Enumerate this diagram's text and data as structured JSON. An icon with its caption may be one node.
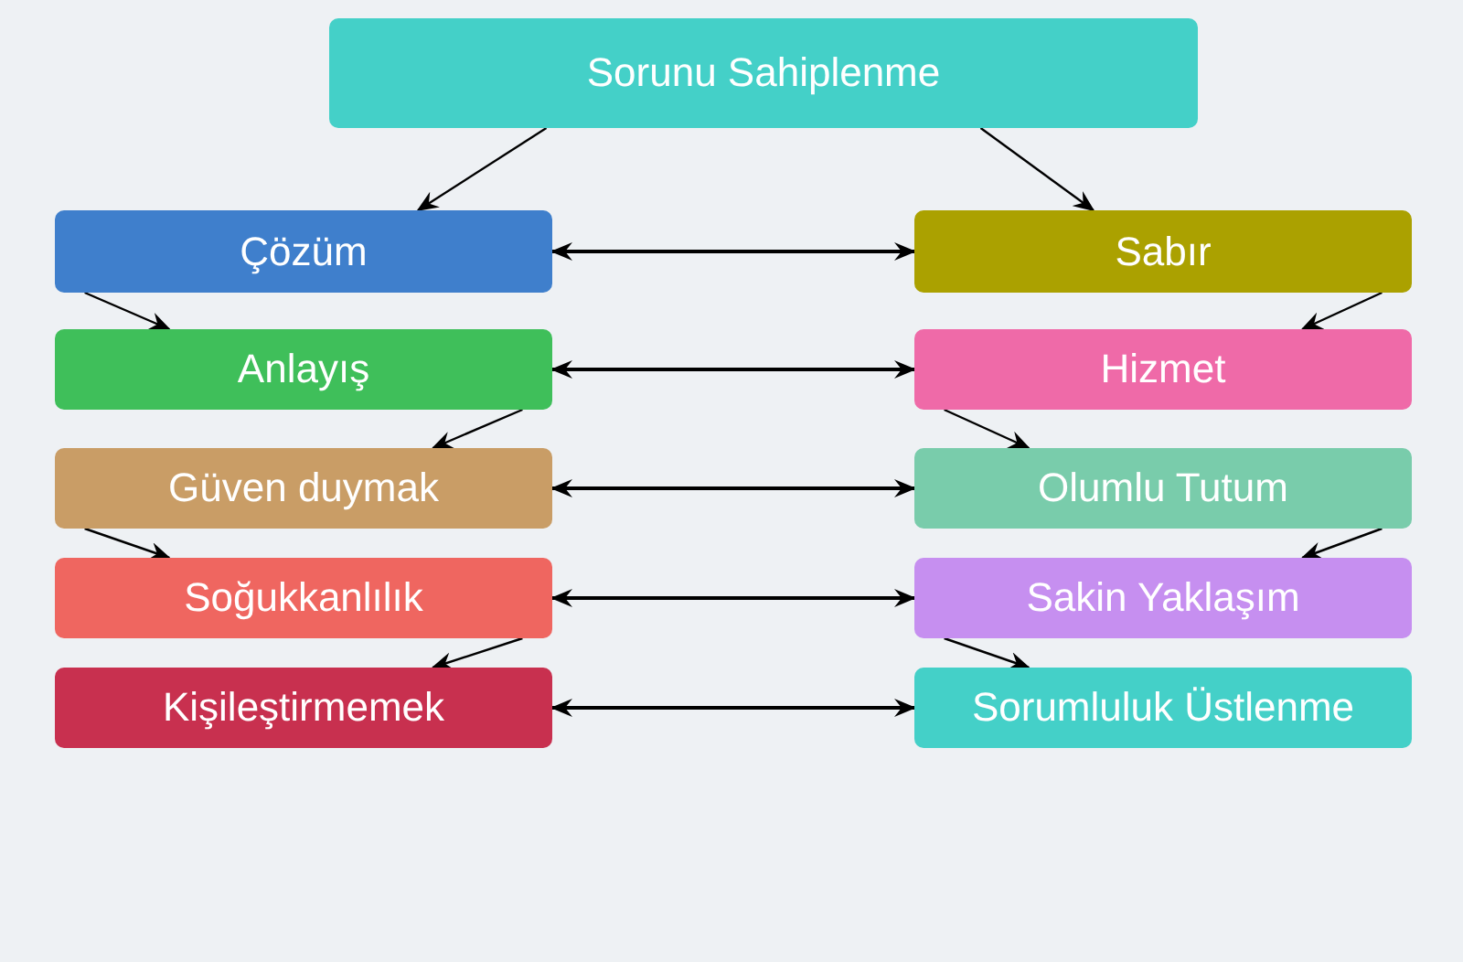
{
  "diagram": {
    "nodes": [
      {
        "text": [
          "Sorunu Sahiplenme"
        ]
      },
      {
        "text": [
          "Çözüm"
        ]
      },
      {
        "text": [
          "Sabır"
        ]
      },
      {
        "text": [
          "Anlayış"
        ]
      },
      {
        "text": [
          "Hizmet"
        ]
      },
      {
        "text": [
          "Güven duymak"
        ]
      },
      {
        "text": [
          "Olumlu Tutum"
        ]
      },
      {
        "text": [
          "Soğukkanlılık"
        ]
      },
      {
        "text": [
          "Sakin Yaklaşım"
        ]
      },
      {
        "text": [
          "Kişileştirmemek"
        ]
      },
      {
        "text": [
          "Sorumluluk Üstlenme"
        ]
      }
    ],
    "edges": [
      {
        "from": 0,
        "to": 1,
        "arrow": "to"
      },
      {
        "from": 0,
        "to": 2,
        "arrow": "to"
      },
      {
        "from": 1,
        "to": 2,
        "arrow": "both"
      },
      {
        "from": 3,
        "to": 4,
        "arrow": "both"
      },
      {
        "from": 5,
        "to": 6,
        "arrow": "both"
      },
      {
        "from": 7,
        "to": 8,
        "arrow": "both"
      },
      {
        "from": 9,
        "to": 10,
        "arrow": "both"
      },
      {
        "from": 1,
        "to": 3,
        "arrow": "to"
      },
      {
        "from": 3,
        "to": 5,
        "arrow": "to"
      },
      {
        "from": 5,
        "to": 7,
        "arrow": "to"
      },
      {
        "from": 7,
        "to": 9,
        "arrow": "to"
      },
      {
        "from": 2,
        "to": 4,
        "arrow": "to"
      },
      {
        "from": 4,
        "to": 6,
        "arrow": "to"
      },
      {
        "from": 6,
        "to": 8,
        "arrow": "to"
      },
      {
        "from": 8,
        "to": 10,
        "arrow": "to"
      }
    ]
  }
}
